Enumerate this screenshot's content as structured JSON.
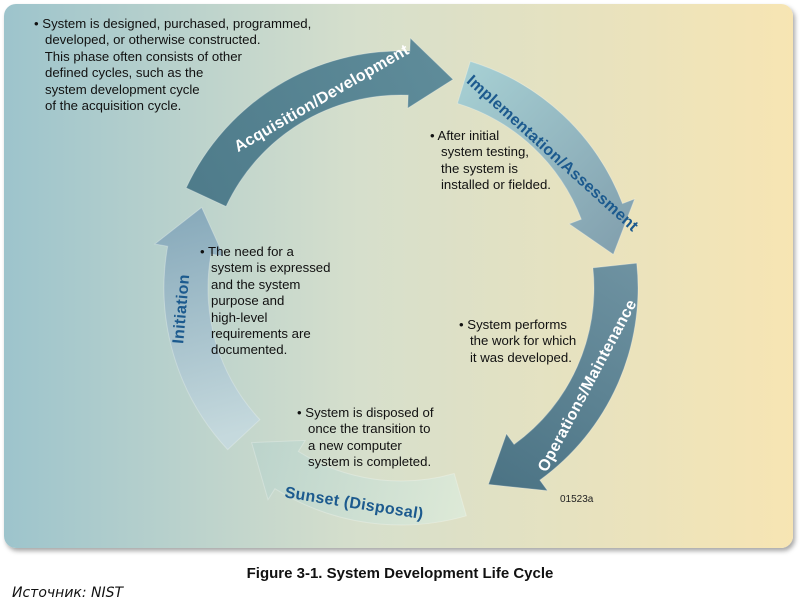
{
  "figure_caption": "Figure 3-1. System Development Life Cycle",
  "source_text": "Источник: NIST",
  "figure_code": "01523a",
  "colors": {
    "background_left": "#9dc4cc",
    "background_right": "#f7e5b3",
    "arrow_light": "#cfe4e6",
    "arrow_dark": "#4f7a88",
    "label_white": "#ffffff",
    "label_blue": "#1c5a8e"
  },
  "phases": [
    {
      "name": "Acquisition/Development",
      "notes": [
        "• System is designed, purchased, programmed,",
        "   developed, or otherwise constructed.",
        "   This phase often consists of other",
        "   defined cycles, such as the",
        "   system development cycle",
        "   of the acquisition cycle."
      ]
    },
    {
      "name": "Implementation/Assessment",
      "notes": [
        "• After initial",
        "   system testing,",
        "   the system is",
        "   installed or fielded."
      ]
    },
    {
      "name": "Operations/Maintenance",
      "notes": [
        "• System performs",
        "   the work for which",
        "   it was developed."
      ]
    },
    {
      "name": "Sunset (Disposal)",
      "notes": [
        "• System is disposed of",
        "   once the transition to",
        "   a new computer",
        "   system is completed."
      ]
    },
    {
      "name": "Initiation",
      "notes": [
        "• The need for a",
        "   system is expressed",
        "   and the system",
        "   purpose and",
        "   high-level",
        "   requirements are",
        "   documented."
      ]
    }
  ]
}
